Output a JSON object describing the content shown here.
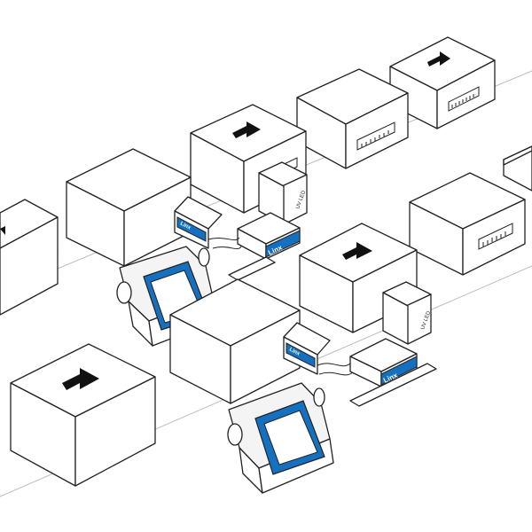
{
  "printer_units": [
    {
      "brand": "Linx",
      "print_head_label": "Linx",
      "lamp_label": "UV LED"
    },
    {
      "brand": "Linx",
      "print_head_label": "Linx",
      "lamp_label": "UV LED"
    }
  ],
  "colors": {
    "accent": "#1670c0",
    "line": "#222222",
    "background": "#ffffff"
  },
  "icons": [
    "direction-arrow-icon",
    "barcode-label-icon"
  ]
}
